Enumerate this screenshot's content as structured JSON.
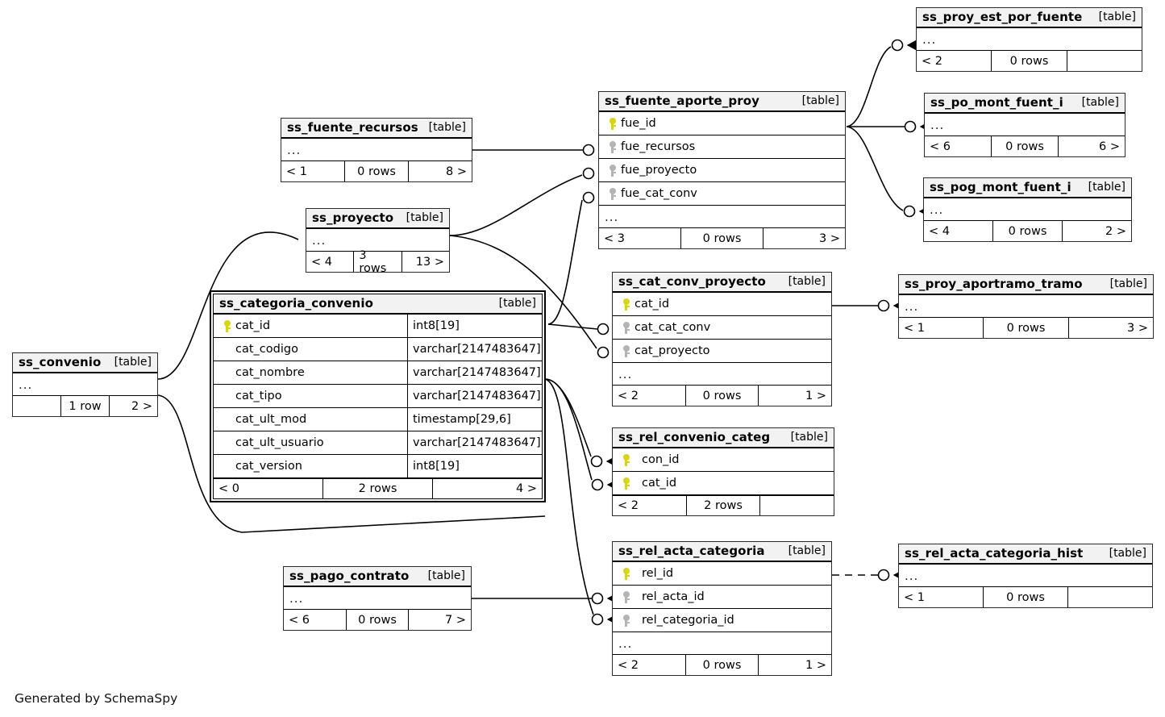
{
  "caption": "Generated by SchemaSpy",
  "table_tag": "[table]",
  "ellipsis": "...",
  "colors": {
    "pk_key": "#d8d800",
    "fk_key": "#b4b4b4",
    "header_bg": "#f2f2f2",
    "border": "#000000"
  },
  "tables": {
    "ss_categoria_convenio": {
      "name": "ss_categoria_convenio",
      "tag": "[table]",
      "columns": [
        {
          "name": "cat_id",
          "type": "int8[19]",
          "key": "pk"
        },
        {
          "name": "cat_codigo",
          "type": "varchar[2147483647]",
          "key": "none"
        },
        {
          "name": "cat_nombre",
          "type": "varchar[2147483647]",
          "key": "none"
        },
        {
          "name": "cat_tipo",
          "type": "varchar[2147483647]",
          "key": "none"
        },
        {
          "name": "cat_ult_mod",
          "type": "timestamp[29,6]",
          "key": "none"
        },
        {
          "name": "cat_ult_usuario",
          "type": "varchar[2147483647]",
          "key": "none"
        },
        {
          "name": "cat_version",
          "type": "int8[19]",
          "key": "none"
        }
      ],
      "footer": {
        "left": "< 0",
        "middle": "2 rows",
        "right": "4 >"
      }
    },
    "ss_fuente_recursos": {
      "name": "ss_fuente_recursos",
      "tag": "[table]",
      "columns": [],
      "footer": {
        "left": "< 1",
        "middle": "0 rows",
        "right": "8 >"
      }
    },
    "ss_proyecto": {
      "name": "ss_proyecto",
      "tag": "[table]",
      "columns": [],
      "footer": {
        "left": "< 4",
        "middle": "3 rows",
        "right": "13 >"
      }
    },
    "ss_convenio": {
      "name": "ss_convenio",
      "tag": "[table]",
      "columns": [],
      "footer": {
        "left": "",
        "middle": "1 row",
        "right": "2 >"
      }
    },
    "ss_pago_contrato": {
      "name": "ss_pago_contrato",
      "tag": "[table]",
      "columns": [],
      "footer": {
        "left": "< 6",
        "middle": "0 rows",
        "right": "7 >"
      }
    },
    "ss_fuente_aporte_proy": {
      "name": "ss_fuente_aporte_proy",
      "tag": "[table]",
      "columns": [
        {
          "name": "fue_id",
          "key": "pk"
        },
        {
          "name": "fue_recursos",
          "key": "fk"
        },
        {
          "name": "fue_proyecto",
          "key": "fk"
        },
        {
          "name": "fue_cat_conv",
          "key": "fk"
        }
      ],
      "footer": {
        "left": "< 3",
        "middle": "0 rows",
        "right": "3 >"
      }
    },
    "ss_cat_conv_proyecto": {
      "name": "ss_cat_conv_proyecto",
      "tag": "[table]",
      "columns": [
        {
          "name": "cat_id",
          "key": "pk"
        },
        {
          "name": "cat_cat_conv",
          "key": "fk"
        },
        {
          "name": "cat_proyecto",
          "key": "fk"
        }
      ],
      "footer": {
        "left": "< 2",
        "middle": "0 rows",
        "right": "1 >"
      }
    },
    "ss_rel_convenio_categ": {
      "name": "ss_rel_convenio_categ",
      "tag": "[table]",
      "columns": [
        {
          "name": "con_id",
          "key": "pk"
        },
        {
          "name": "cat_id",
          "key": "pk"
        }
      ],
      "footer": {
        "left": "< 2",
        "middle": "2 rows",
        "right": ""
      }
    },
    "ss_rel_acta_categoria": {
      "name": "ss_rel_acta_categoria",
      "tag": "[table]",
      "columns": [
        {
          "name": "rel_id",
          "key": "pk"
        },
        {
          "name": "rel_acta_id",
          "key": "fk"
        },
        {
          "name": "rel_categoria_id",
          "key": "fk"
        }
      ],
      "footer": {
        "left": "< 2",
        "middle": "0 rows",
        "right": "1 >"
      }
    },
    "ss_proy_est_por_fuente": {
      "name": "ss_proy_est_por_fuente",
      "tag": "[table]",
      "columns": [],
      "footer": {
        "left": "< 2",
        "middle": "0 rows",
        "right": ""
      }
    },
    "ss_po_mont_fuent_i": {
      "name": "ss_po_mont_fuent_i",
      "tag": "[table]",
      "columns": [],
      "footer": {
        "left": "< 6",
        "middle": "0 rows",
        "right": "6 >"
      }
    },
    "ss_pog_mont_fuent_i": {
      "name": "ss_pog_mont_fuent_i",
      "tag": "[table]",
      "columns": [],
      "footer": {
        "left": "< 4",
        "middle": "0 rows",
        "right": "2 >"
      }
    },
    "ss_proy_aportramo_tramo": {
      "name": "ss_proy_aportramo_tramo",
      "tag": "[table]",
      "columns": [],
      "footer": {
        "left": "< 1",
        "middle": "0 rows",
        "right": "3 >"
      }
    },
    "ss_rel_acta_categoria_hist": {
      "name": "ss_rel_acta_categoria_hist",
      "tag": "[table]",
      "columns": [],
      "footer": {
        "left": "< 1",
        "middle": "0 rows",
        "right": ""
      }
    }
  }
}
